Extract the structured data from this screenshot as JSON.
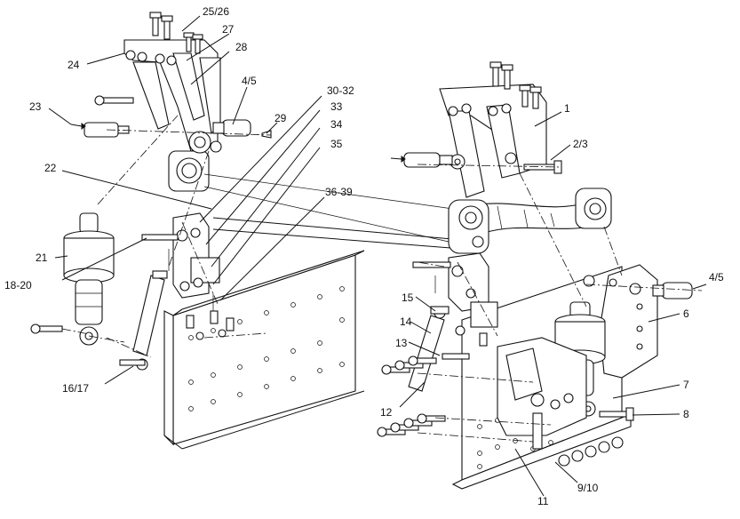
{
  "diagram": {
    "type": "exploded-assembly-drawing",
    "callouts": [
      "25/26",
      "27",
      "28",
      "24",
      "4/5",
      "23",
      "29",
      "30-32",
      "33",
      "34",
      "35",
      "22",
      "36-39",
      "21",
      "18-20",
      "16/17",
      "1",
      "2/3",
      "4/5",
      "6",
      "15",
      "14",
      "13",
      "12",
      "7",
      "8",
      "11",
      "9/10"
    ]
  },
  "colors": {
    "line": "#111111",
    "background": "#ffffff"
  }
}
